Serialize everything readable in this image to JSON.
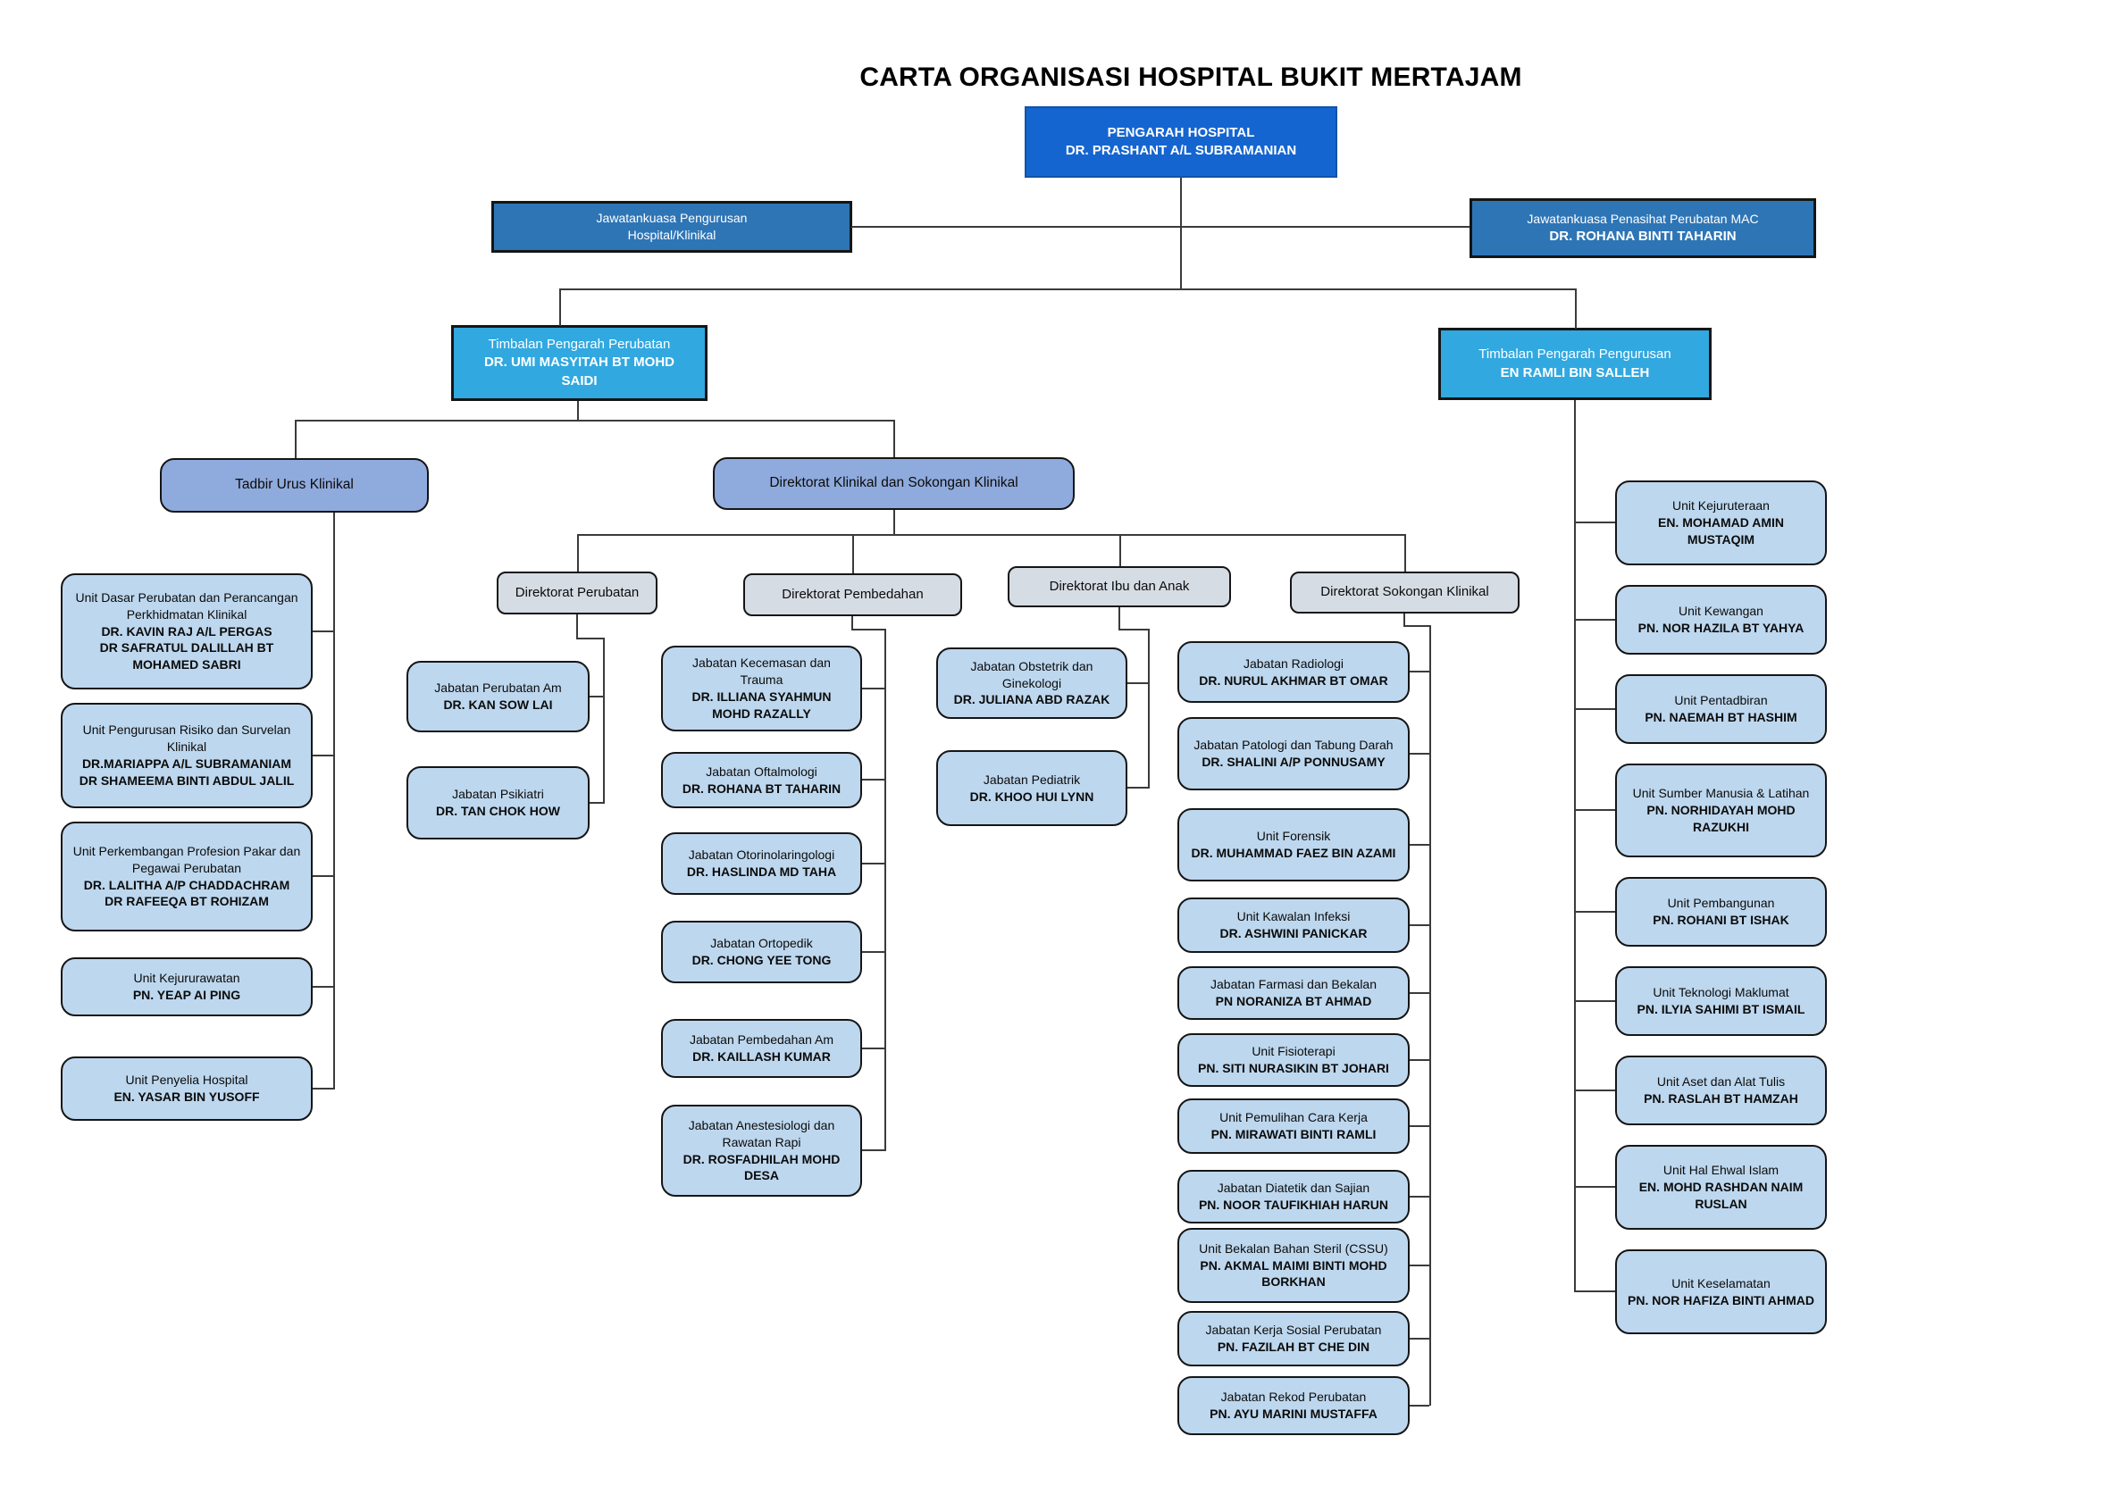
{
  "title": "CARTA ORGANISASI HOSPITAL BUKIT MERTAJAM",
  "colors": {
    "director_box": "#1565D0",
    "committee_box": "#2E75B6",
    "deputy_box": "#31A8E0",
    "section_box": "#8FAADC",
    "directorate_box": "#D6DCE4",
    "unit_box": "#BDD7EE"
  },
  "top": {
    "pengarah": {
      "title": "PENGARAH HOSPITAL",
      "name": "DR. PRASHANT A/L SUBRAMANIAN"
    },
    "jk_pengurusan": {
      "title": "Jawatankuasa Pengurusan",
      "title2": "Hospital/Klinikal"
    },
    "jk_mac": {
      "title": "Jawatankuasa Penasihat Perubatan MAC",
      "name": "DR. ROHANA BINTI TAHARIN"
    },
    "timbalan_perubatan": {
      "title": "Timbalan Pengarah Perubatan",
      "name": "DR. UMI MASYITAH BT MOHD SAIDI"
    },
    "timbalan_pengurusan": {
      "title": "Timbalan Pengarah Pengurusan",
      "name": "EN RAMLI BIN SALLEH"
    }
  },
  "sections": {
    "tadbir": {
      "label": "Tadbir Urus Klinikal"
    },
    "direktorat_klinikal": {
      "label": "Direktorat Klinikal dan Sokongan Klinikal"
    },
    "dir_perubatan": {
      "label": "Direktorat Perubatan"
    },
    "dir_pembedahan": {
      "label": "Direktorat Pembedahan"
    },
    "dir_ibu_anak": {
      "label": "Direktorat Ibu dan Anak"
    },
    "dir_sokongan": {
      "label": "Direktorat Sokongan Klinikal"
    }
  },
  "tadbir_units": [
    {
      "title": "Unit Dasar Perubatan dan Perancangan Perkhidmatan Klinikal",
      "name": "DR. KAVIN RAJ A/L PERGAS",
      "name2": "DR SAFRATUL DALILLAH BT MOHAMED SABRI"
    },
    {
      "title": "Unit Pengurusan Risiko dan Survelan Klinikal",
      "name": "DR.MARIAPPA A/L SUBRAMANIAM",
      "name2": "DR SHAMEEMA BINTI ABDUL JALIL"
    },
    {
      "title": "Unit Perkembangan Profesion Pakar dan Pegawai Perubatan",
      "name": "DR. LALITHA A/P CHADDACHRAM",
      "name2": "DR RAFEEQA BT ROHIZAM"
    },
    {
      "title": "Unit Kejururawatan",
      "name": "PN. YEAP AI PING"
    },
    {
      "title": "Unit Penyelia Hospital",
      "name": "EN. YASAR BIN YUSOFF"
    }
  ],
  "perubatan_units": [
    {
      "title": "Jabatan Perubatan Am",
      "name": "DR. KAN SOW LAI"
    },
    {
      "title": "Jabatan Psikiatri",
      "name": "DR. TAN CHOK HOW"
    }
  ],
  "pembedahan_units": [
    {
      "title": "Jabatan Kecemasan dan Trauma",
      "name": "DR. ILLIANA SYAHMUN MOHD RAZALLY"
    },
    {
      "title": "Jabatan Oftalmologi",
      "name": "DR. ROHANA BT TAHARIN"
    },
    {
      "title": "Jabatan Otorinolaringologi",
      "name": "DR. HASLINDA MD TAHA"
    },
    {
      "title": "Jabatan Ortopedik",
      "name": "DR. CHONG YEE TONG"
    },
    {
      "title": "Jabatan Pembedahan Am",
      "name": "DR. KAILLASH KUMAR"
    },
    {
      "title": "Jabatan Anestesiologi dan Rawatan Rapi",
      "name": "DR. ROSFADHILAH MOHD DESA"
    }
  ],
  "ibu_anak_units": [
    {
      "title": "Jabatan Obstetrik dan Ginekologi",
      "name": "DR. JULIANA ABD RAZAK"
    },
    {
      "title": "Jabatan Pediatrik",
      "name": "DR. KHOO HUI LYNN"
    }
  ],
  "sokongan_units": [
    {
      "title": "Jabatan Radiologi",
      "name": "DR. NURUL AKHMAR BT OMAR"
    },
    {
      "title": "Jabatan Patologi dan Tabung Darah",
      "name": "DR. SHALINI A/P PONNUSAMY"
    },
    {
      "title": "Unit Forensik",
      "name": "DR. MUHAMMAD FAEZ BIN AZAMI"
    },
    {
      "title": "Unit Kawalan Infeksi",
      "name": "DR. ASHWINI PANICKAR"
    },
    {
      "title": "Jabatan Farmasi dan Bekalan",
      "name": "PN NORANIZA BT AHMAD"
    },
    {
      "title": "Unit Fisioterapi",
      "name": "PN. SITI NURASIKIN BT JOHARI"
    },
    {
      "title": "Unit Pemulihan Cara Kerja",
      "name": "PN. MIRAWATI BINTI RAMLI"
    },
    {
      "title": "Jabatan Diatetik dan Sajian",
      "name": "PN. NOOR TAUFIKHIAH HARUN"
    },
    {
      "title": "Unit Bekalan Bahan Steril (CSSU)",
      "name": "PN. AKMAL MAIMI BINTI MOHD BORKHAN"
    },
    {
      "title": "Jabatan Kerja Sosial Perubatan",
      "name": "PN. FAZILAH BT CHE DIN"
    },
    {
      "title": "Jabatan Rekod Perubatan",
      "name": "PN. AYU MARINI MUSTAFFA"
    }
  ],
  "pengurusan_units": [
    {
      "title": "Unit Kejuruteraan",
      "name": "EN. MOHAMAD AMIN MUSTAQIM"
    },
    {
      "title": "Unit Kewangan",
      "name": "PN. NOR HAZILA BT YAHYA"
    },
    {
      "title": "Unit Pentadbiran",
      "name": "PN. NAEMAH BT HASHIM"
    },
    {
      "title": "Unit Sumber Manusia & Latihan",
      "name": "PN. NORHIDAYAH MOHD RAZUKHI"
    },
    {
      "title": "Unit Pembangunan",
      "name": "PN. ROHANI BT ISHAK"
    },
    {
      "title": "Unit Teknologi Maklumat",
      "name": "PN. ILYIA SAHIMI BT ISMAIL"
    },
    {
      "title": "Unit Aset dan Alat Tulis",
      "name": "PN. RASLAH BT HAMZAH"
    },
    {
      "title": "Unit Hal Ehwal Islam",
      "name": "EN. MOHD RASHDAN NAIM RUSLAN"
    },
    {
      "title": "Unit Keselamatan",
      "name": "PN. NOR HAFIZA BINTI AHMAD"
    }
  ]
}
